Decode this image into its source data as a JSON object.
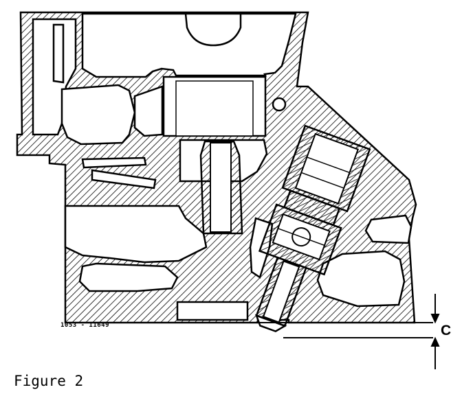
{
  "drawing": {
    "part_code": "1053 - 11649",
    "dimension_label": "C"
  },
  "caption": "Figure 2"
}
